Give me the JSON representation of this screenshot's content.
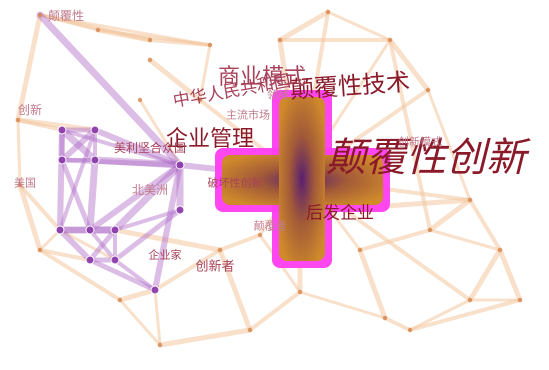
{
  "colors": {
    "background": "#ffffff",
    "hub_purple": "#7b2a9a",
    "hub_orange": "#c8741e",
    "hub_magenta": "#ff3df0",
    "edge_light": "#f3c79e",
    "edge_purple": "#b06cc8",
    "label_dark": "#8a1a2a",
    "label_mid": "#a8425a",
    "label_light": "#c07a8c"
  },
  "keywords": [
    {
      "key": "disruptive_innovation",
      "text": "颠覆性创新"
    },
    {
      "key": "enterprise_management",
      "text": "企业管理"
    },
    {
      "key": "disruptive_technology",
      "text": "颠覆性技术"
    },
    {
      "key": "commercial_model",
      "text": "商业模式"
    },
    {
      "key": "prc",
      "text": "中华人民共和国"
    },
    {
      "key": "field",
      "text": "领域"
    },
    {
      "key": "latecomer",
      "text": "后发企业"
    },
    {
      "key": "innovation",
      "text": "创新"
    },
    {
      "key": "disruption",
      "text": "颠覆性"
    },
    {
      "key": "usa",
      "text": "美国"
    },
    {
      "key": "us_companies",
      "text": "美利坚合众国"
    },
    {
      "key": "north_america",
      "text": "北美洲"
    },
    {
      "key": "mainstream_market",
      "text": "主流市场"
    },
    {
      "key": "disruptive_mode",
      "text": "创新模式"
    },
    {
      "key": "destructive",
      "text": "破坏性创新"
    },
    {
      "key": "disruptor",
      "text": "颠覆者"
    },
    {
      "key": "entrepreneur",
      "text": "企业家"
    },
    {
      "key": "innovator",
      "text": "创新者"
    }
  ]
}
